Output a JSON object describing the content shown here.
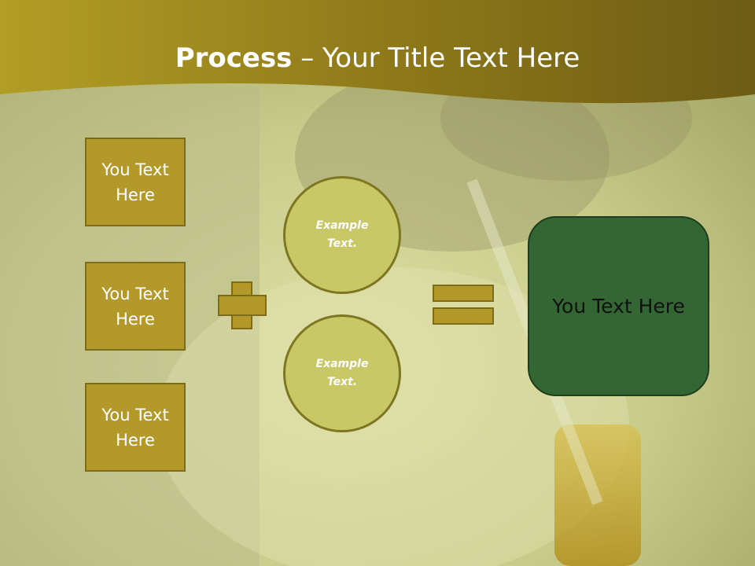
{
  "slide": {
    "title_bold": "Process",
    "title_rest": " – Your Title Text Here",
    "left_boxes": [
      "You Text\nHere",
      "You Text\nHere",
      "You Text\nHere"
    ],
    "circles": [
      "Example\nText.",
      "Example\nText."
    ],
    "result": "You Text Here"
  },
  "colors": {
    "header_gold": "#a98f1c",
    "box_gold": "#b3992a",
    "circle_fill": "#c8c867",
    "result_green": "#336633"
  }
}
